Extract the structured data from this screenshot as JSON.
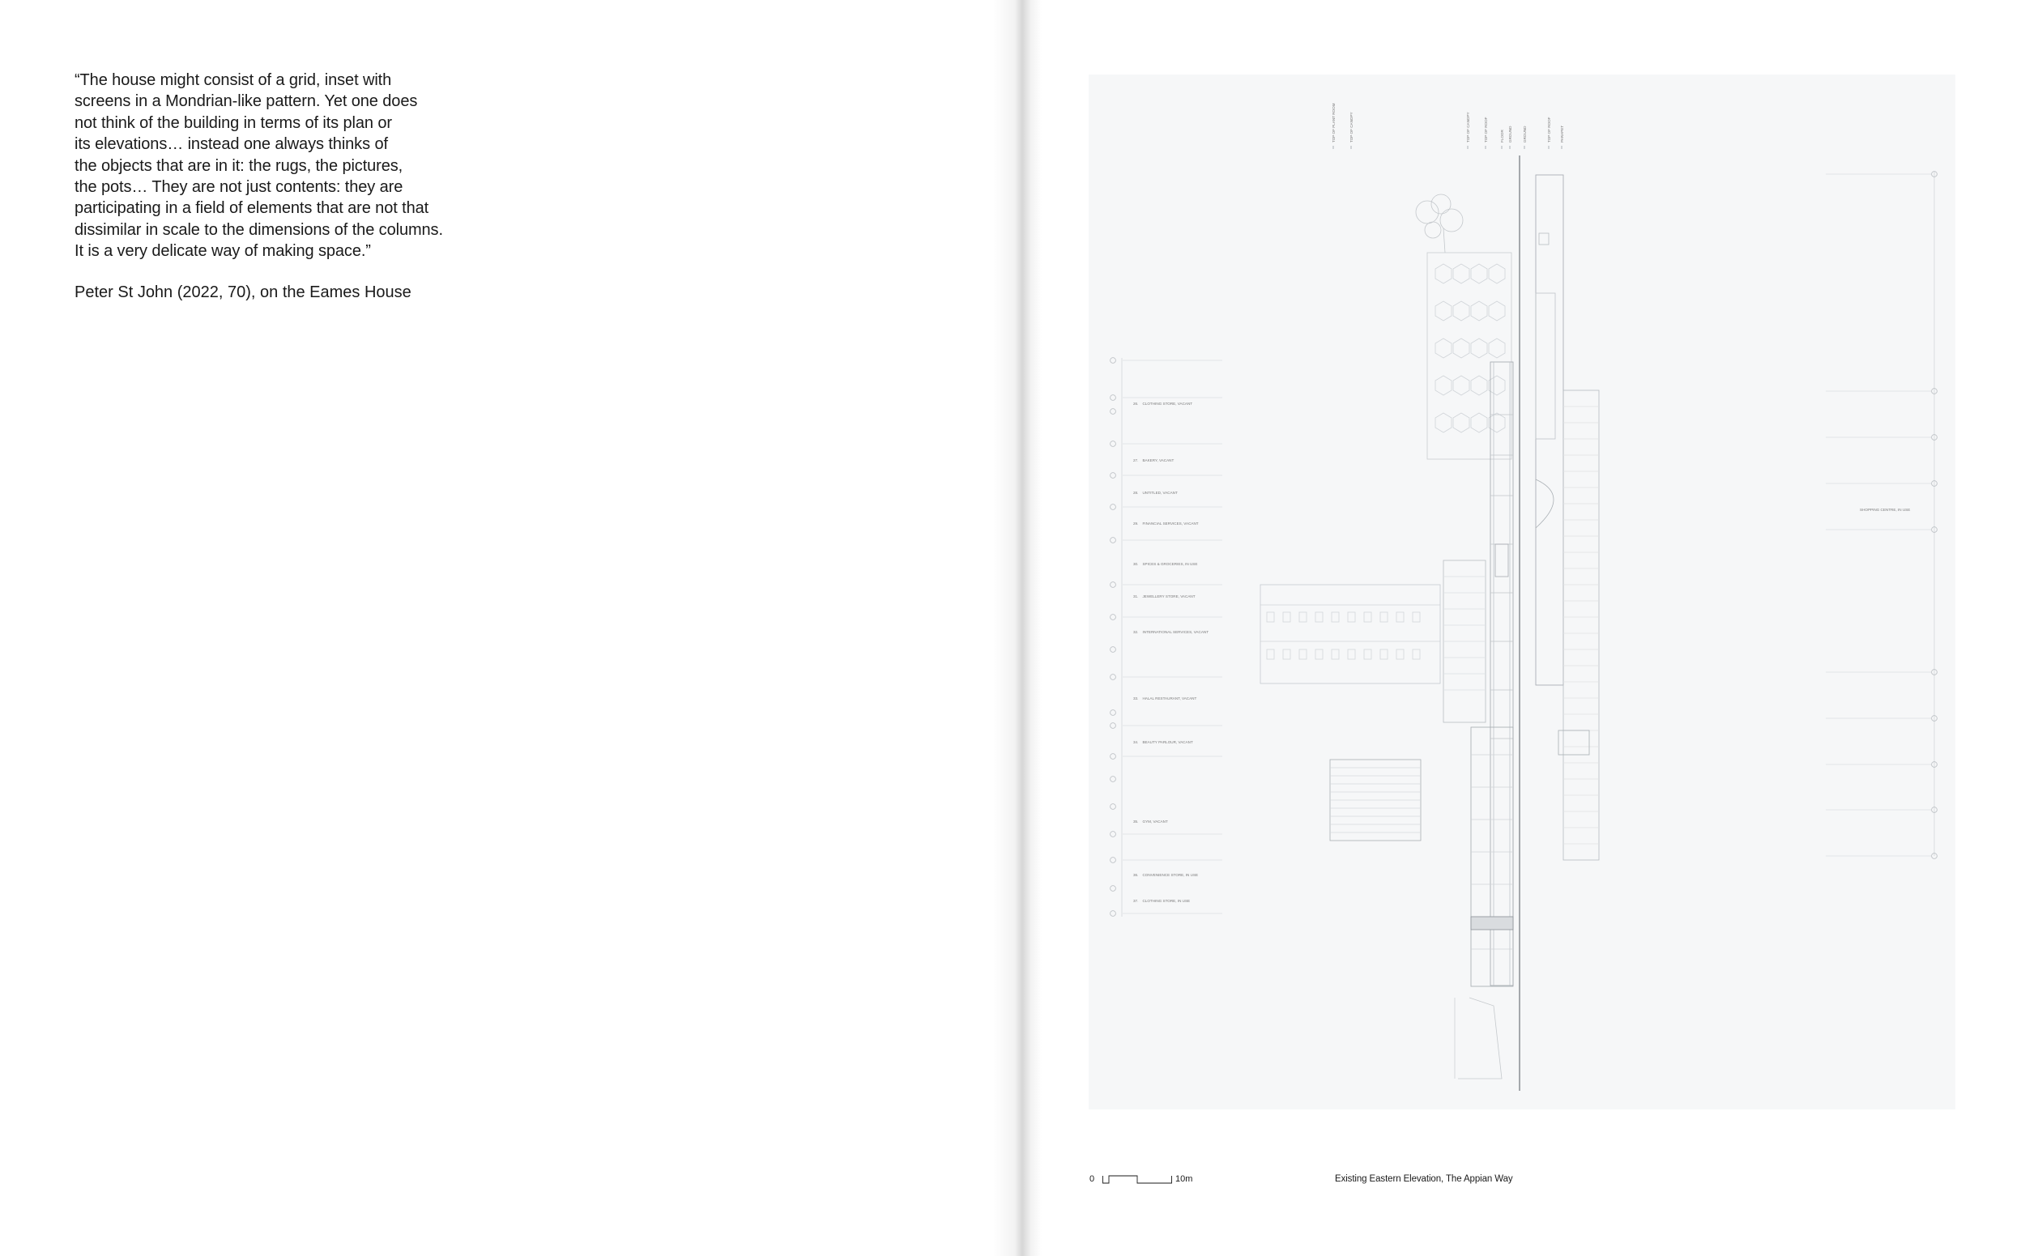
{
  "quote": {
    "lines": [
      "“The house might consist of a grid, inset with",
      "screens in a Mondrian-like pattern. Yet one does",
      "not think of the building in terms of its plan or",
      "its elevations… instead one always thinks of",
      "the objects that are in it: the rugs, the pictures,",
      "the pots… They are not just contents: they are",
      "participating in a field of elements that are not that",
      "dissimilar in scale to the dimensions of the columns.",
      "It is a very delicate way of making space.”"
    ],
    "citation": "Peter St John (2022, 70), on the Eames House"
  },
  "figure": {
    "caption": "Existing Eastern Elevation, The Appian Way",
    "scale_start": "0",
    "scale_end": "10m"
  }
}
